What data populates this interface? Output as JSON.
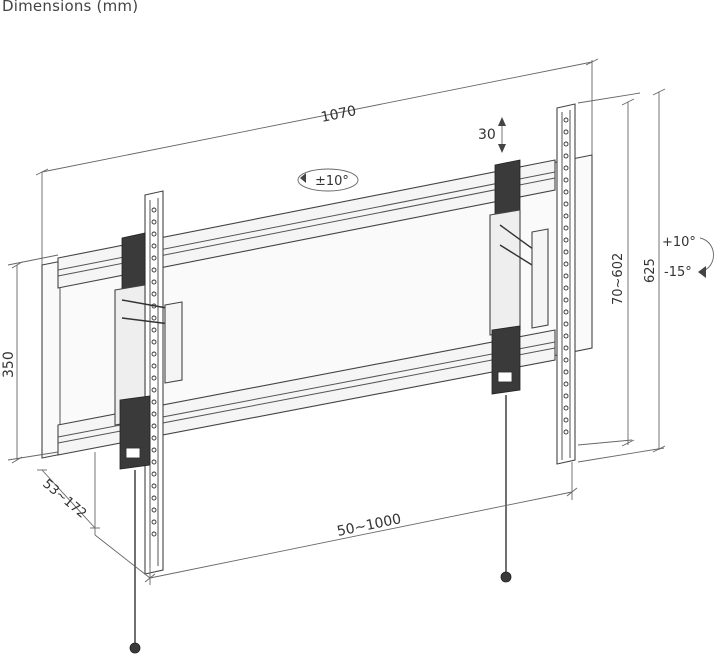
{
  "title": "Dimensions (mm)",
  "dimensions": {
    "width": "1070",
    "tilt_height": "30",
    "swivel": "±10°",
    "height_left": "350",
    "rail_range": "70~602",
    "overall_height": "625",
    "tilt_up": "+10°",
    "tilt_down": "-15°",
    "depth": "53~172",
    "vesa_spacing": "50~1000"
  },
  "colors": {
    "line": "#555555",
    "dark": "#333333",
    "text": "#333333"
  }
}
